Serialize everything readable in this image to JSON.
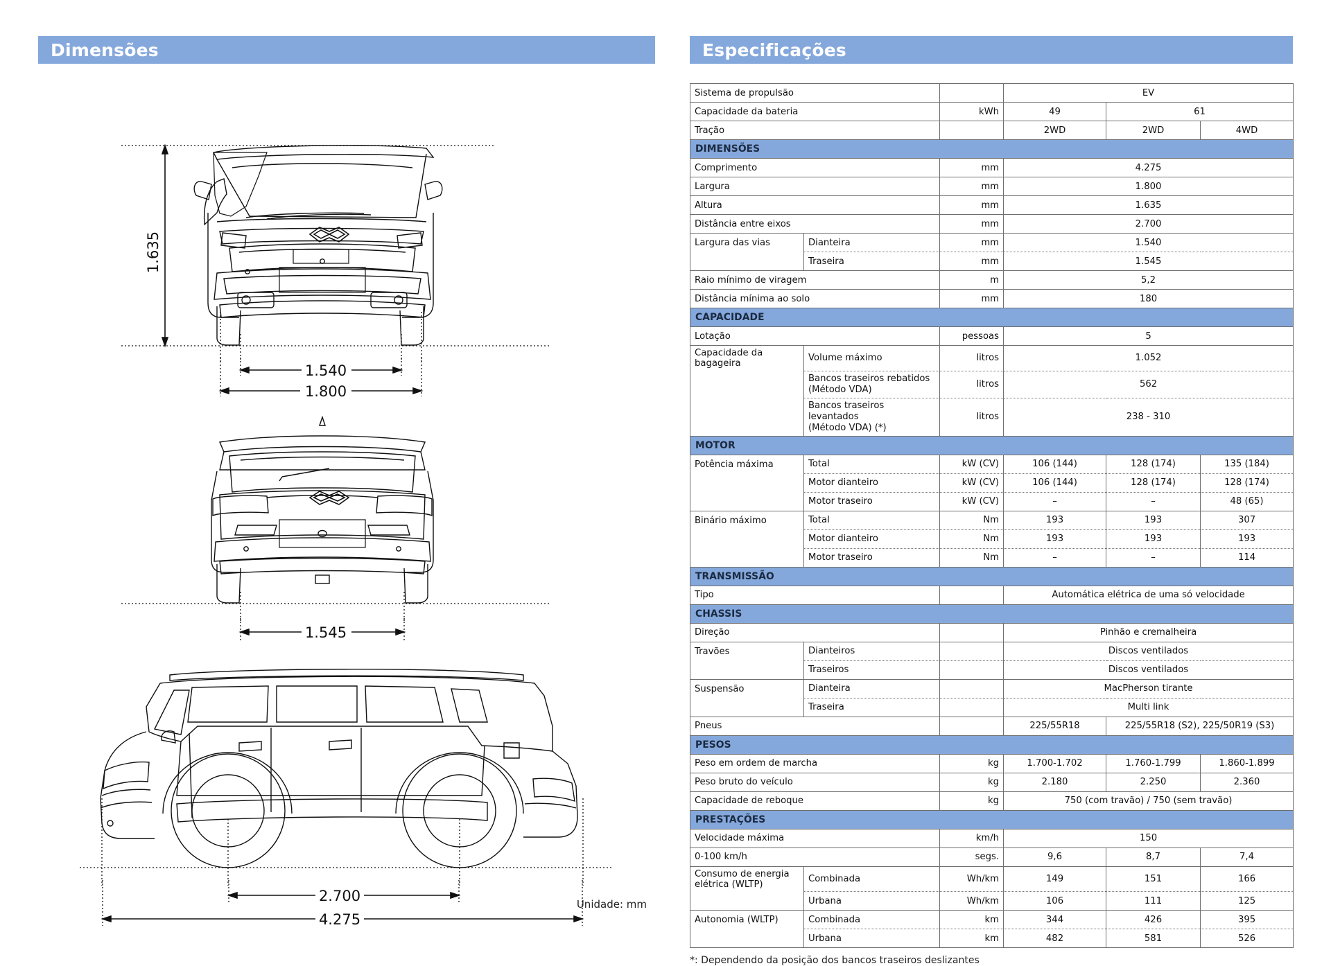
{
  "left": {
    "banner_title": "Dimensões",
    "unit_note": "Unidade: mm",
    "front_view": {
      "height_label": "1.635",
      "track_label": "1.540",
      "width_label": "1.800"
    },
    "rear_view": {
      "track_label": "1.545"
    },
    "side_view": {
      "wheelbase_label": "2.700",
      "length_label": "4.275"
    }
  },
  "right": {
    "banner_title": "Especificações",
    "footnote": "*: Dependendo da posição dos bancos traseiros deslizantes",
    "colors": {
      "accent": "#85a8dc",
      "section_text": "#1b2a40",
      "border": "#6f6f6f"
    },
    "rows": [
      {
        "kind": "row",
        "label": "Sistema de propulsão",
        "sub": "",
        "unit": "",
        "span": "all",
        "values": [
          "EV"
        ]
      },
      {
        "kind": "row",
        "label": "Capacidade da bateria",
        "sub": "",
        "unit": "kWh",
        "span": "1-2",
        "values": [
          "49",
          "61"
        ]
      },
      {
        "kind": "row",
        "label": "Tração",
        "sub": "",
        "unit": "",
        "span": "3",
        "values": [
          "2WD",
          "2WD",
          "4WD"
        ]
      },
      {
        "kind": "sect",
        "label": "DIMENSÕES"
      },
      {
        "kind": "row",
        "label": "Comprimento",
        "sub": "",
        "unit": "mm",
        "span": "all",
        "values": [
          "4.275"
        ]
      },
      {
        "kind": "row",
        "label": "Largura",
        "sub": "",
        "unit": "mm",
        "span": "all",
        "values": [
          "1.800"
        ]
      },
      {
        "kind": "row",
        "label": "Altura",
        "sub": "",
        "unit": "mm",
        "span": "all",
        "values": [
          "1.635"
        ]
      },
      {
        "kind": "row",
        "label": "Distância entre eixos",
        "sub": "",
        "unit": "mm",
        "span": "all",
        "values": [
          "2.700"
        ]
      },
      {
        "kind": "row",
        "label": "Largura das vias",
        "sub": "Dianteira",
        "unit": "mm",
        "span": "all",
        "values": [
          "1.540"
        ],
        "group": "start"
      },
      {
        "kind": "row",
        "label": "",
        "sub": "Traseira",
        "unit": "mm",
        "span": "all",
        "values": [
          "1.545"
        ],
        "group": "end"
      },
      {
        "kind": "row",
        "label": "Raio mínimo de viragem",
        "sub": "",
        "unit": "m",
        "span": "all",
        "values": [
          "5,2"
        ]
      },
      {
        "kind": "row",
        "label": "Distância mínima ao solo",
        "sub": "",
        "unit": "mm",
        "span": "all",
        "values": [
          "180"
        ]
      },
      {
        "kind": "sect",
        "label": "CAPACIDADE"
      },
      {
        "kind": "row",
        "label": "Lotação",
        "sub": "",
        "unit": "pessoas",
        "span": "all",
        "values": [
          "5"
        ]
      },
      {
        "kind": "row",
        "label": "Capacidade da bagageira",
        "sub": "Volume máximo",
        "unit": "litros",
        "span": "all",
        "values": [
          "1.052"
        ],
        "group": "start"
      },
      {
        "kind": "row",
        "label": "",
        "sub": "Bancos traseiros rebatidos\n(Método VDA)",
        "unit": "litros",
        "span": "all",
        "values": [
          "562"
        ],
        "group": "mid",
        "tall": true
      },
      {
        "kind": "row",
        "label": "",
        "sub": "Bancos traseiros levantados\n(Método VDA) (*)",
        "unit": "litros",
        "span": "all",
        "values": [
          "238 - 310"
        ],
        "group": "end",
        "tall": true
      },
      {
        "kind": "sect",
        "label": "MOTOR"
      },
      {
        "kind": "row",
        "label": "Potência máxima",
        "sub": "Total",
        "unit": "kW (CV)",
        "span": "3",
        "values": [
          "106 (144)",
          "128 (174)",
          "135 (184)"
        ],
        "group": "start"
      },
      {
        "kind": "row",
        "label": "",
        "sub": "Motor dianteiro",
        "unit": "kW (CV)",
        "span": "3",
        "values": [
          "106 (144)",
          "128 (174)",
          "128 (174)"
        ],
        "group": "mid"
      },
      {
        "kind": "row",
        "label": "",
        "sub": "Motor traseiro",
        "unit": "kW (CV)",
        "span": "3",
        "values": [
          "–",
          "–",
          "48 (65)"
        ],
        "group": "end"
      },
      {
        "kind": "row",
        "label": "Binário máximo",
        "sub": "Total",
        "unit": "Nm",
        "span": "3",
        "values": [
          "193",
          "193",
          "307"
        ],
        "group": "start"
      },
      {
        "kind": "row",
        "label": "",
        "sub": "Motor dianteiro",
        "unit": "Nm",
        "span": "3",
        "values": [
          "193",
          "193",
          "193"
        ],
        "group": "mid"
      },
      {
        "kind": "row",
        "label": "",
        "sub": "Motor traseiro",
        "unit": "Nm",
        "span": "3",
        "values": [
          "–",
          "–",
          "114"
        ],
        "group": "end"
      },
      {
        "kind": "sect",
        "label": "TRANSMISSÃO"
      },
      {
        "kind": "row",
        "label": "Tipo",
        "sub": "",
        "unit": "",
        "span": "all",
        "values": [
          "Automática elétrica de uma só velocidade"
        ]
      },
      {
        "kind": "sect",
        "label": "CHASSIS"
      },
      {
        "kind": "row",
        "label": "Direção",
        "sub": "",
        "unit": "",
        "span": "all",
        "values": [
          "Pinhão e cremalheira"
        ]
      },
      {
        "kind": "row",
        "label": "Travões",
        "sub": "Dianteiros",
        "unit": "",
        "span": "all",
        "values": [
          "Discos ventilados"
        ],
        "group": "start"
      },
      {
        "kind": "row",
        "label": "",
        "sub": "Traseiros",
        "unit": "",
        "span": "all",
        "values": [
          "Discos ventilados"
        ],
        "group": "end"
      },
      {
        "kind": "row",
        "label": "Suspensão",
        "sub": "Dianteira",
        "unit": "",
        "span": "all",
        "values": [
          "MacPherson tirante"
        ],
        "group": "start"
      },
      {
        "kind": "row",
        "label": "",
        "sub": "Traseira",
        "unit": "",
        "span": "all",
        "values": [
          "Multi link"
        ],
        "group": "end"
      },
      {
        "kind": "row",
        "label": "Pneus",
        "sub": "",
        "unit": "",
        "span": "1-2",
        "values": [
          "225/55R18",
          "225/55R18 (S2), 225/50R19 (S3)"
        ]
      },
      {
        "kind": "sect",
        "label": "PESOS"
      },
      {
        "kind": "row",
        "label": "Peso em ordem de marcha",
        "sub": "",
        "unit": "kg",
        "span": "3",
        "values": [
          "1.700-1.702",
          "1.760-1.799",
          "1.860-1.899"
        ]
      },
      {
        "kind": "row",
        "label": "Peso bruto do veículo",
        "sub": "",
        "unit": "kg",
        "span": "3",
        "values": [
          "2.180",
          "2.250",
          "2.360"
        ]
      },
      {
        "kind": "row",
        "label": "Capacidade de reboque",
        "sub": "",
        "unit": "kg",
        "span": "all",
        "values": [
          "750 (com travão) / 750 (sem travão)"
        ]
      },
      {
        "kind": "sect",
        "label": "PRESTAÇÕES"
      },
      {
        "kind": "row",
        "label": "Velocidade máxima",
        "sub": "",
        "unit": "km/h",
        "span": "all",
        "values": [
          "150"
        ]
      },
      {
        "kind": "row",
        "label": "0-100 km/h",
        "sub": "",
        "unit": "segs.",
        "span": "3",
        "values": [
          "9,6",
          "8,7",
          "7,4"
        ]
      },
      {
        "kind": "row",
        "label": "Consumo de energia\nelétrica (WLTP)",
        "sub": "Combinada",
        "unit": "Wh/km",
        "span": "3",
        "values": [
          "149",
          "151",
          "166"
        ],
        "group": "start"
      },
      {
        "kind": "row",
        "label": "",
        "sub": "Urbana",
        "unit": "Wh/km",
        "span": "3",
        "values": [
          "106",
          "111",
          "125"
        ],
        "group": "end"
      },
      {
        "kind": "row",
        "label": "Autonomia (WLTP)",
        "sub": "Combinada",
        "unit": "km",
        "span": "3",
        "values": [
          "344",
          "426",
          "395"
        ],
        "group": "start"
      },
      {
        "kind": "row",
        "label": "",
        "sub": "Urbana",
        "unit": "km",
        "span": "3",
        "values": [
          "482",
          "581",
          "526"
        ],
        "group": "end"
      }
    ]
  }
}
